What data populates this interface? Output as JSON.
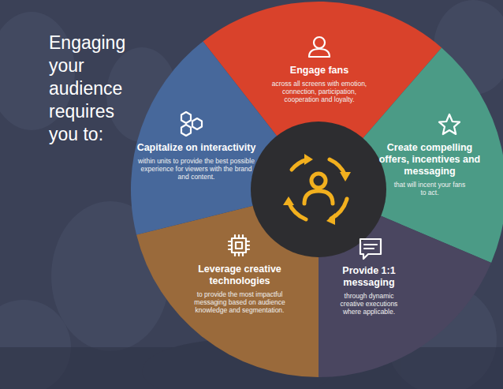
{
  "diagram": {
    "title": "Engaging your audience requires you to:",
    "nodes": [
      {
        "text": [
          "Engage fans",
          "across all screens with emotion, connection, participation, cooperation and loyalty."
        ]
      },
      {
        "text": [
          "Create compelling offers, incentives and messaging",
          "that will incent your fans to act."
        ]
      },
      {
        "text": [
          "Provide 1:1 messaging",
          "through dynamic creative executions where applicable."
        ]
      },
      {
        "text": [
          "Leverage creative technologies",
          "to provide the most impactful messaging based on audience knowledge and segmentation."
        ]
      },
      {
        "text": [
          "Capitalize on interactivity",
          "within units to provide the best possible experience for viewers with the brand and content."
        ]
      }
    ]
  }
}
